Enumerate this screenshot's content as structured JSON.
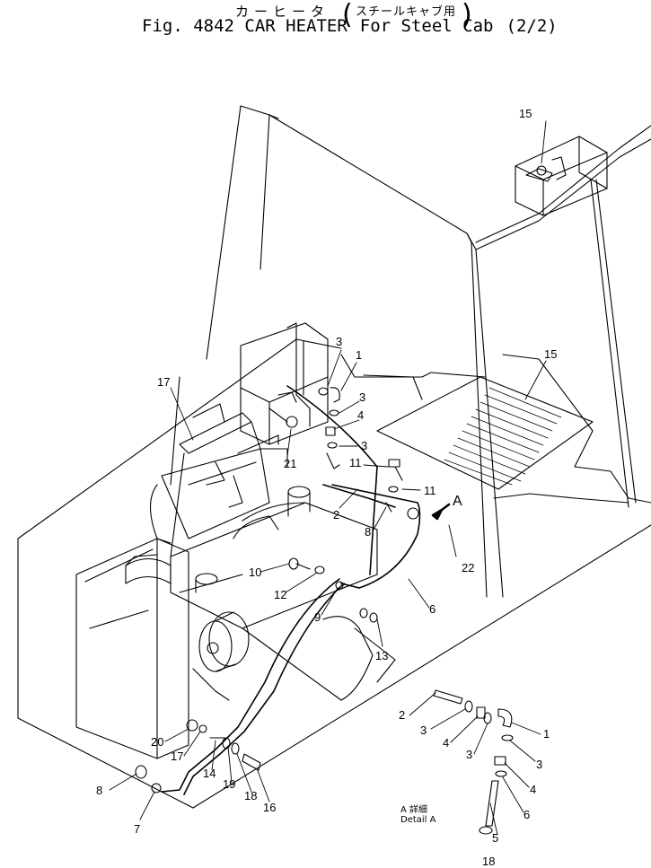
{
  "title": {
    "japanese": "カーヒータ",
    "japanese_sub": "スチールキャブ用",
    "english_prefix": "Fig. 4842 CAR HEATER",
    "english_sub": "For Steel Cab",
    "sheet": "(2/2)"
  },
  "callouts": [
    {
      "id": "c1",
      "label": "1"
    },
    {
      "id": "c2",
      "label": "2"
    },
    {
      "id": "c3a",
      "label": "3"
    },
    {
      "id": "c3b",
      "label": "3"
    },
    {
      "id": "c3c",
      "label": "3"
    },
    {
      "id": "c4",
      "label": "4"
    },
    {
      "id": "c5",
      "label": "5"
    },
    {
      "id": "c6",
      "label": "6"
    },
    {
      "id": "c7",
      "label": "7"
    },
    {
      "id": "c8a",
      "label": "8"
    },
    {
      "id": "c8b",
      "label": "8"
    },
    {
      "id": "c9",
      "label": "9"
    },
    {
      "id": "c10",
      "label": "10"
    },
    {
      "id": "c11a",
      "label": "11"
    },
    {
      "id": "c11b",
      "label": "11"
    },
    {
      "id": "c12",
      "label": "12"
    },
    {
      "id": "c13",
      "label": "13"
    },
    {
      "id": "c14",
      "label": "14"
    },
    {
      "id": "c15a",
      "label": "15"
    },
    {
      "id": "c15b",
      "label": "15"
    },
    {
      "id": "c16",
      "label": "16"
    },
    {
      "id": "c17",
      "label": "17"
    },
    {
      "id": "c18a",
      "label": "18"
    },
    {
      "id": "c19",
      "label": "19"
    },
    {
      "id": "c20",
      "label": "20"
    },
    {
      "id": "c21",
      "label": "21"
    },
    {
      "id": "c22",
      "label": "22"
    },
    {
      "id": "cA",
      "label": "A"
    },
    {
      "id": "d2",
      "label": "2"
    },
    {
      "id": "d3a",
      "label": "3"
    },
    {
      "id": "d4a",
      "label": "4"
    },
    {
      "id": "d3b",
      "label": "3"
    },
    {
      "id": "d1",
      "label": "1"
    },
    {
      "id": "d3c",
      "label": "3"
    },
    {
      "id": "d4b",
      "label": "4"
    },
    {
      "id": "d6",
      "label": "6"
    },
    {
      "id": "d5",
      "label": "5"
    },
    {
      "id": "d18",
      "label": "18"
    }
  ],
  "detail": {
    "japanese": "A 詳細",
    "english": "Detail A"
  }
}
